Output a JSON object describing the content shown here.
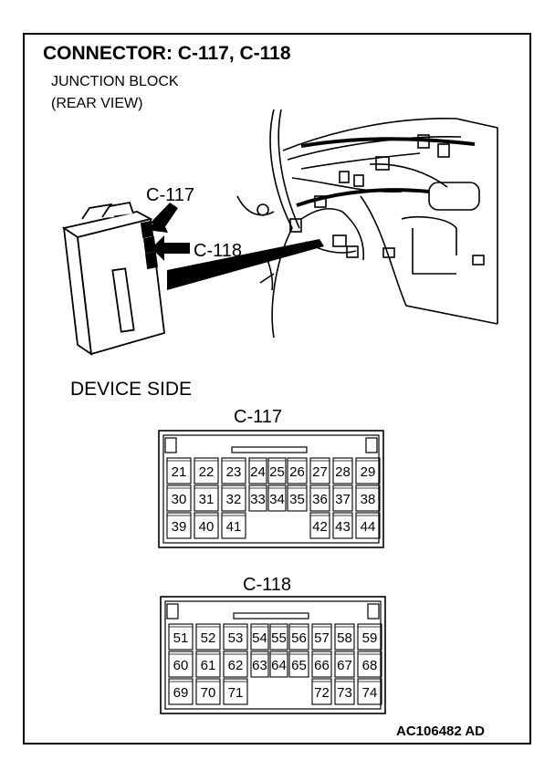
{
  "title": "CONNECTOR: C-117, C-118",
  "subtitle_line1": "JUNCTION BLOCK",
  "subtitle_line2": "(REAR VIEW)",
  "callout_c117": "C-117",
  "callout_c118": "C-118",
  "device_side": "DEVICE SIDE",
  "figure_code": "AC106482 AD",
  "connectors": [
    {
      "name": "C-117",
      "rows": [
        [
          "21",
          "22",
          "23",
          "24",
          "25",
          "26",
          "27",
          "28",
          "29"
        ],
        [
          "30",
          "31",
          "32",
          "33",
          "34",
          "35",
          "36",
          "37",
          "38"
        ],
        [
          "39",
          "40",
          "41",
          "",
          "",
          "",
          "42",
          "43",
          "44"
        ]
      ]
    },
    {
      "name": "C-118",
      "rows": [
        [
          "51",
          "52",
          "53",
          "54",
          "55",
          "56",
          "57",
          "58",
          "59"
        ],
        [
          "60",
          "61",
          "62",
          "63",
          "64",
          "65",
          "66",
          "67",
          "68"
        ],
        [
          "69",
          "70",
          "71",
          "",
          "",
          "",
          "72",
          "73",
          "74"
        ]
      ]
    }
  ]
}
